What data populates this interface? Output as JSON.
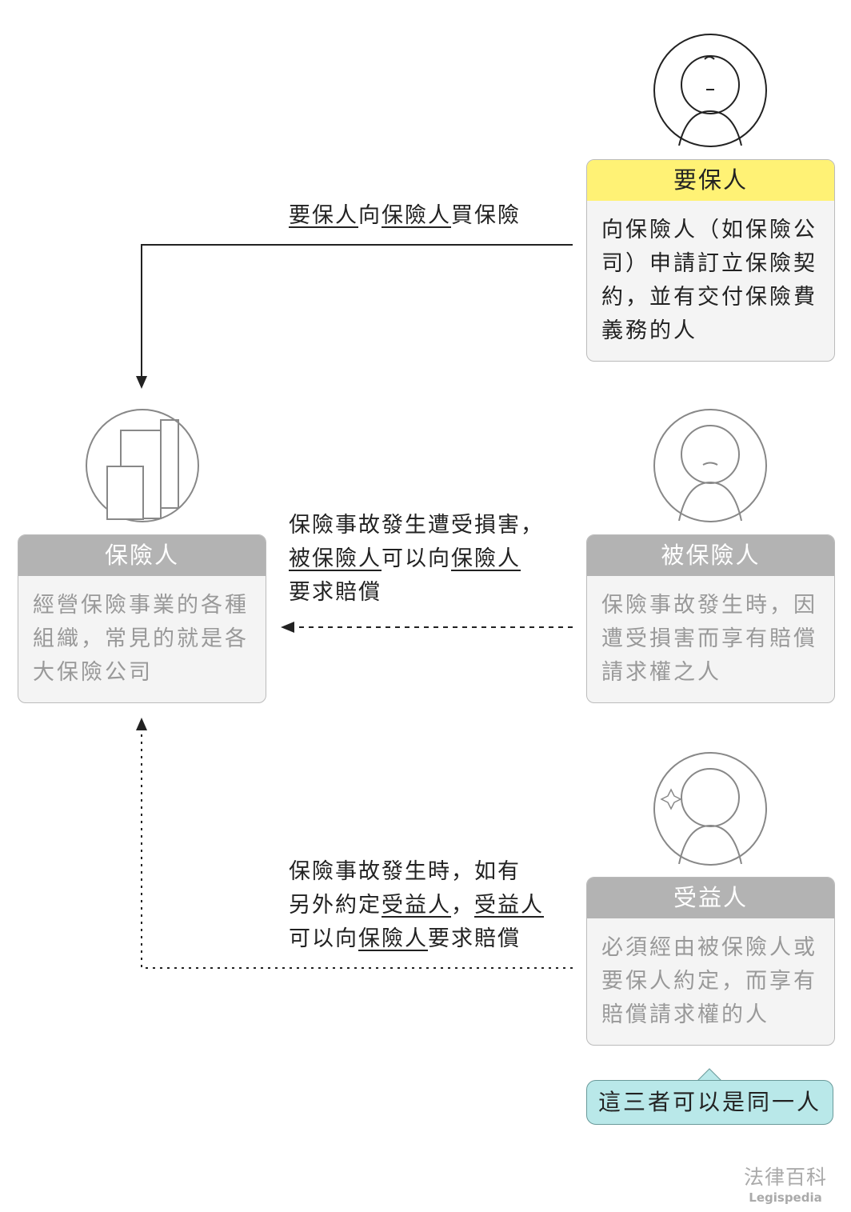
{
  "policyholder": {
    "title": "要保人",
    "desc": "向保險人（如保險公司）申請訂立保險契約，並有交付保險費義務的人"
  },
  "insurer": {
    "title": "保險人",
    "desc": "經營保險事業的各種組織，常見的就是各大保險公司"
  },
  "insured": {
    "title": "被保險人",
    "desc": "保險事故發生時，因遭受損害而享有賠償請求權之人"
  },
  "beneficiary": {
    "title": "受益人",
    "desc": "必須經由被保險人或要保人約定，而享有賠償請求權的人"
  },
  "relations": {
    "purchase": [
      [
        {
          "t": "要保人",
          "u": true
        },
        {
          "t": "向"
        },
        {
          "t": "保險人",
          "u": true
        },
        {
          "t": "買保險"
        }
      ]
    ],
    "claim_insured": [
      [
        {
          "t": "保險事故發生遭受損害，"
        }
      ],
      [
        {
          "t": "被保險人",
          "u": true
        },
        {
          "t": "可以向"
        },
        {
          "t": "保險人",
          "u": true
        }
      ],
      [
        {
          "t": "要求賠償"
        }
      ]
    ],
    "claim_beneficiary": [
      [
        {
          "t": "保險事故發生時，如有"
        }
      ],
      [
        {
          "t": "另外約定"
        },
        {
          "t": "受益人",
          "u": true
        },
        {
          "t": "，"
        },
        {
          "t": "受益人",
          "u": true
        }
      ],
      [
        {
          "t": "可以向"
        },
        {
          "t": "保險人",
          "u": true
        },
        {
          "t": "要求賠償"
        }
      ]
    ]
  },
  "note": "這三者可以是同一人",
  "logo": {
    "zh": "法律百科",
    "en": "Legispedia"
  },
  "colors": {
    "policyholder_header": "#fff275",
    "gray_header": "#b3b3b3",
    "note_bg": "#b9e8e9"
  }
}
